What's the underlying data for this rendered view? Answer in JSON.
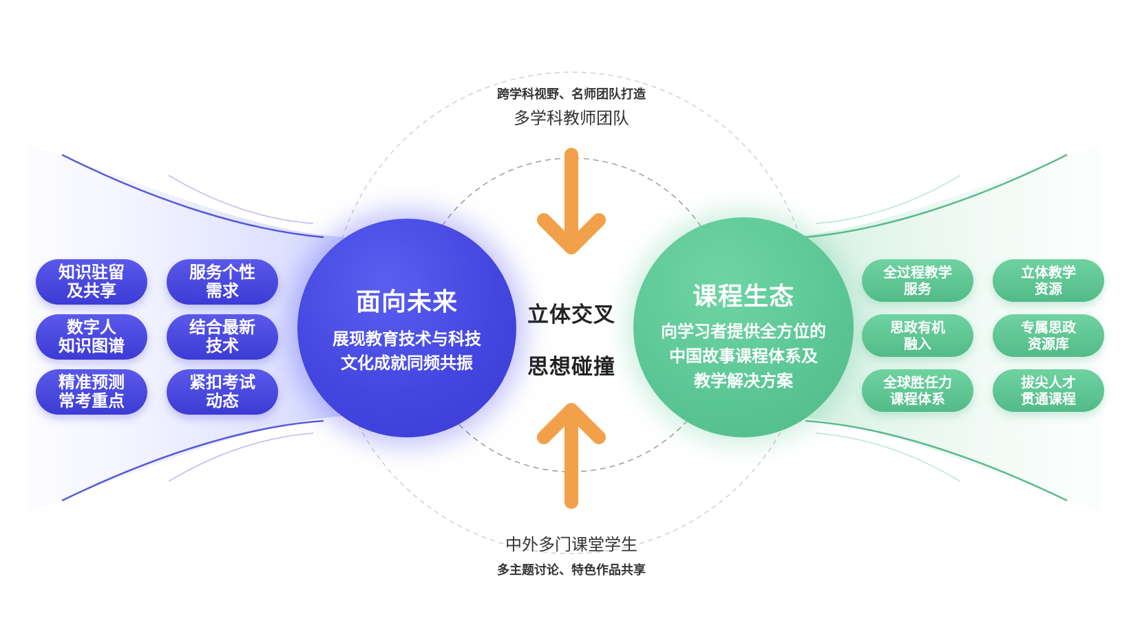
{
  "top": {
    "subtitle": "跨学科视野、名师团队打造",
    "title": "多学科教师团队"
  },
  "bottom": {
    "title": "中外多门课堂学生",
    "subtitle": "多主题讨论、特色作品共享"
  },
  "center": {
    "line1": "立体交叉",
    "line2": "思想碰撞"
  },
  "left_circle": {
    "title": "面向未来",
    "lines": [
      "展现教育技术与科技",
      "文化成就同频共振"
    ]
  },
  "right_circle": {
    "title": "课程生态",
    "lines": [
      "向学习者提供全方位的",
      "中国故事课程体系及",
      "教学解决方案"
    ]
  },
  "left_pills": [
    {
      "line1": "知识驻留",
      "line2": "及共享"
    },
    {
      "line1": "服务个性",
      "line2": "需求"
    },
    {
      "line1": "数字人",
      "line2": "知识图谱"
    },
    {
      "line1": "结合最新",
      "line2": "技术"
    },
    {
      "line1": "精准预测",
      "line2": "常考重点"
    },
    {
      "line1": "紧扣考试",
      "line2": "动态"
    }
  ],
  "right_pills": [
    {
      "line1": "全过程教学",
      "line2": "服务"
    },
    {
      "line1": "立体教学",
      "line2": "资源"
    },
    {
      "line1": "思政有机",
      "line2": "融入"
    },
    {
      "line1": "专属思政",
      "line2": "资源库"
    },
    {
      "line1": "全球胜任力",
      "line2": "课程体系"
    },
    {
      "line1": "拔尖人才",
      "line2": "贯通课程"
    }
  ],
  "colors": {
    "blue": "#4446e0",
    "green": "#5cc796",
    "arrow": "#f2a04a",
    "dashed": "#c8c8c8"
  },
  "icons": {
    "top_arrow": "arrow-down-icon",
    "bottom_arrow": "arrow-up-icon"
  }
}
